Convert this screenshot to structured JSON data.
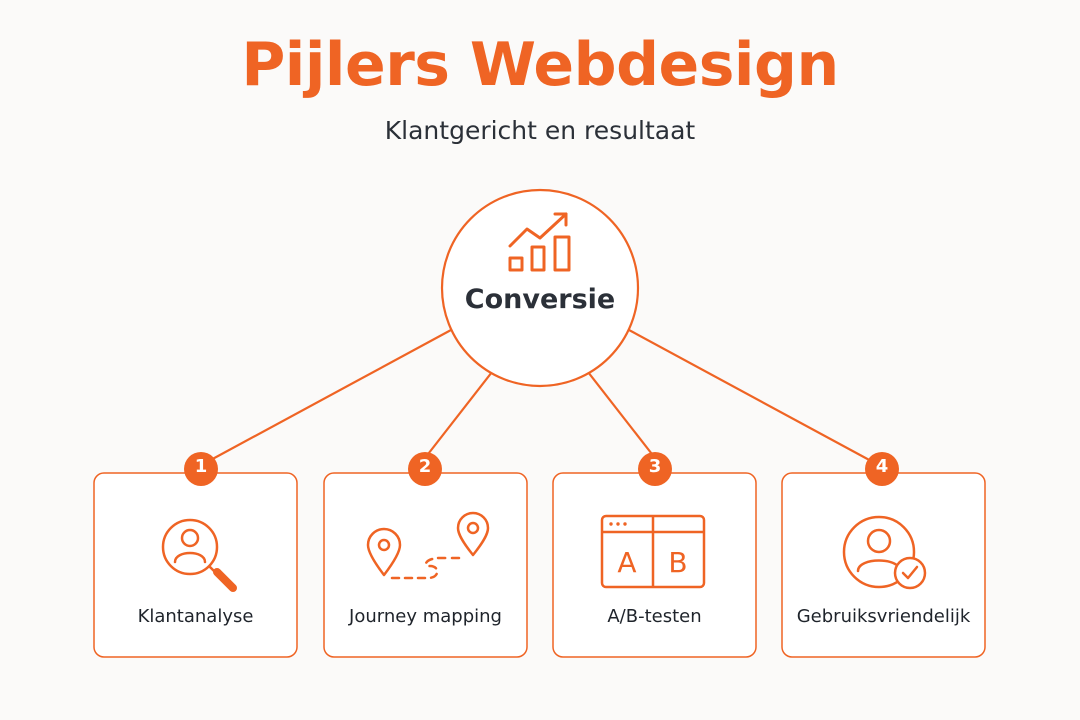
{
  "header": {
    "title": "Pijlers Webdesign",
    "subtitle": "Klantgericht en resultaat"
  },
  "center": {
    "label": "Conversie",
    "icon": "bar-chart-trend-icon"
  },
  "pillars": [
    {
      "number": "1",
      "label": "Klantanalyse",
      "icon": "user-search-icon"
    },
    {
      "number": "2",
      "label": "Journey mapping",
      "icon": "route-pins-icon"
    },
    {
      "number": "3",
      "label": "A/B-testen",
      "icon": "ab-test-window-icon",
      "icon_letters": [
        "A",
        "B"
      ]
    },
    {
      "number": "4",
      "label": "Gebruiksvriendelijk",
      "icon": "user-check-icon"
    }
  ],
  "colors": {
    "accent": "#ef6424",
    "text": "#2b3038",
    "background": "#fbfaf9"
  }
}
